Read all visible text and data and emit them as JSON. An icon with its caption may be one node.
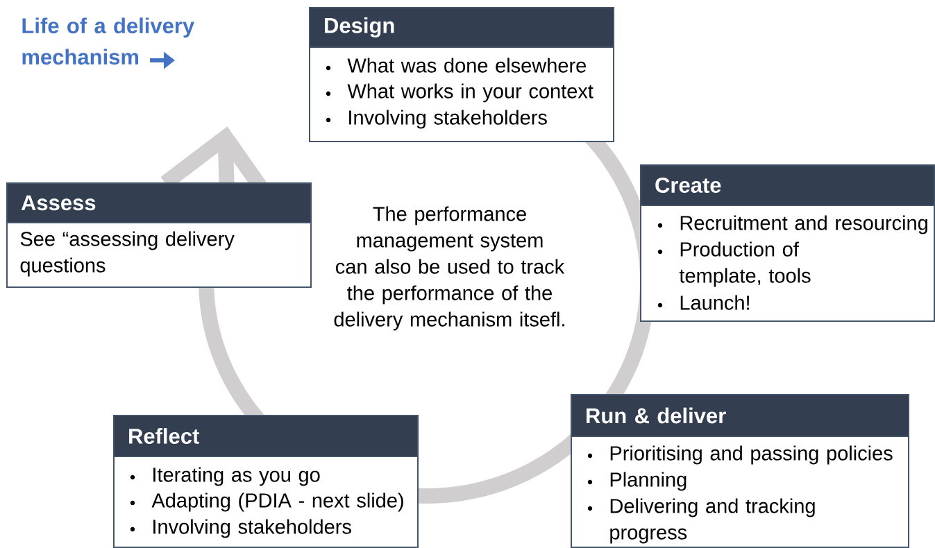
{
  "diagram": {
    "title": "Life of a delivery mechanism",
    "nodes": [
      {
        "text": [
          "Design",
          "What was done elsewhere",
          "What works in your context",
          "Involving stakeholders"
        ]
      },
      {
        "text": [
          "Create",
          "Recruitment and resourcing",
          "Production of template, tools",
          "Launch!"
        ]
      },
      {
        "text": [
          "Assess",
          "See “assessing delivery questions"
        ]
      },
      {
        "text": [
          "Run & deliver",
          "Prioritising and passing policies",
          "Planning",
          "Delivering and tracking progress"
        ]
      },
      {
        "text": [
          "Reflect",
          "Iterating as you go",
          "Adapting (PDIA - next slide)",
          "Involving stakeholders"
        ]
      }
    ],
    "labels": [
      "The performance management system can also be used to track the performance of the delivery mechanism itsefl."
    ]
  }
}
